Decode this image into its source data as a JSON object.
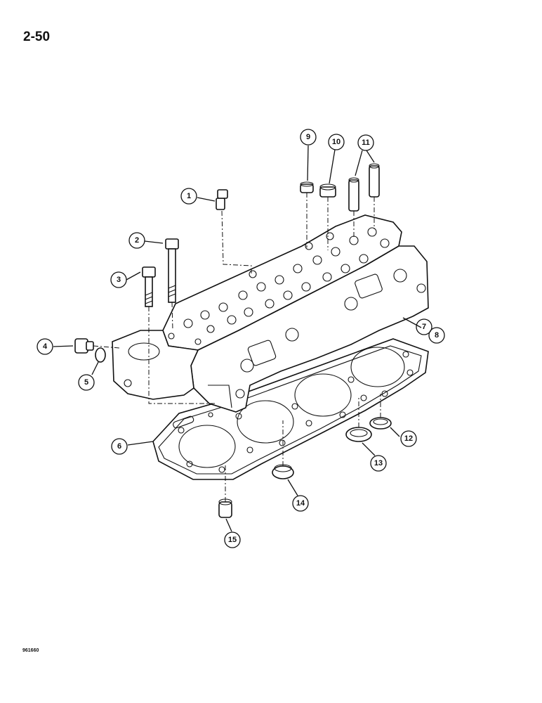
{
  "page_number": "2-50",
  "figure_code": "961660",
  "callouts": [
    {
      "label": "1"
    },
    {
      "label": "2"
    },
    {
      "label": "3"
    },
    {
      "label": "4"
    },
    {
      "label": "5"
    },
    {
      "label": "6"
    },
    {
      "label": "7"
    },
    {
      "label": "8"
    },
    {
      "label": "9"
    },
    {
      "label": "10"
    },
    {
      "label": "11"
    },
    {
      "label": "12"
    },
    {
      "label": "13"
    },
    {
      "label": "14"
    },
    {
      "label": "15"
    }
  ]
}
